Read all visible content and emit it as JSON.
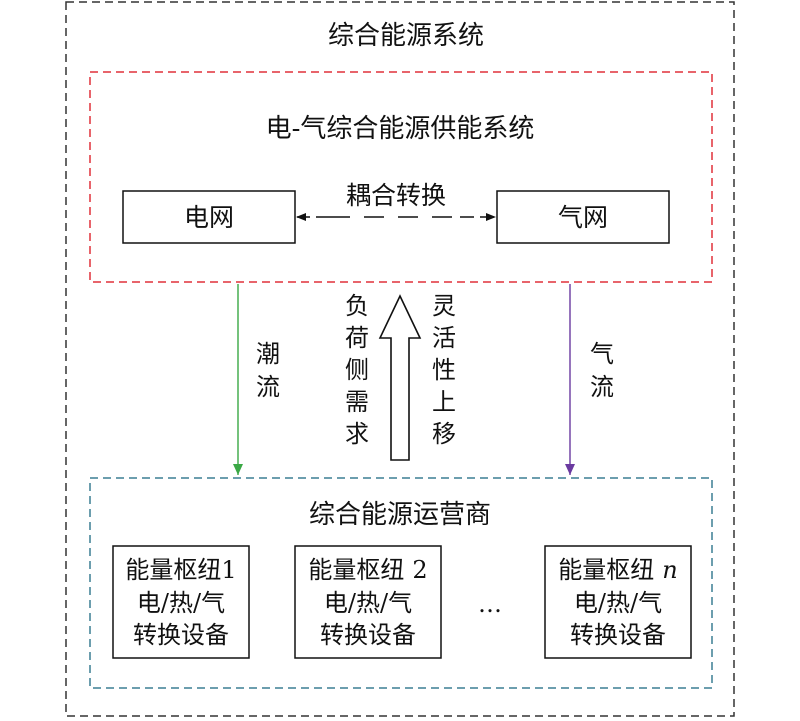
{
  "outer": {
    "title": "综合能源系统"
  },
  "supply": {
    "title": "电-气综合能源供能系统",
    "grid": "电网",
    "gas": "气网",
    "coupling": "耦合转换"
  },
  "flows": {
    "power": [
      "潮",
      "流"
    ],
    "gas": [
      "气",
      "流"
    ],
    "demand": [
      "负",
      "荷",
      "侧",
      "需",
      "求"
    ],
    "flex": [
      "灵",
      "活",
      "性",
      "上",
      "移"
    ]
  },
  "operator": {
    "title": "综合能源运营商",
    "ellipsis": "…",
    "hubs": [
      {
        "line1": "能量枢纽",
        "num": "1",
        "line2": "电/热/气",
        "line3": "转换设备"
      },
      {
        "line1": "能量枢纽",
        "num": "2",
        "line2": "电/热/气",
        "line3": "转换设备"
      },
      {
        "line1": "能量枢纽",
        "num": "n",
        "line2": "电/热/气",
        "line3": "转换设备"
      }
    ]
  },
  "colors": {
    "outer_border": "#333333",
    "supply_border": "#e0303a",
    "operator_border": "#3b7f93",
    "power_flow": "#3aa845",
    "gas_flow": "#6a3aa0"
  }
}
